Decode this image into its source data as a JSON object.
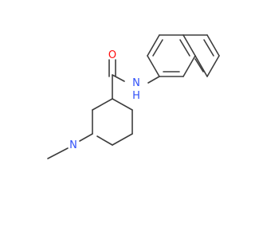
{
  "atoms": {
    "oxygen": {
      "label": "O",
      "color": "#ff0d0d"
    },
    "amide_nitrogen": {
      "label": "N",
      "hydrogen": "H",
      "color": "#3050f8"
    },
    "ring_nitrogen": {
      "label": "N",
      "color": "#3050f8"
    }
  },
  "colors": {
    "bond": "#3d3d3d",
    "background": "#ffffff"
  }
}
